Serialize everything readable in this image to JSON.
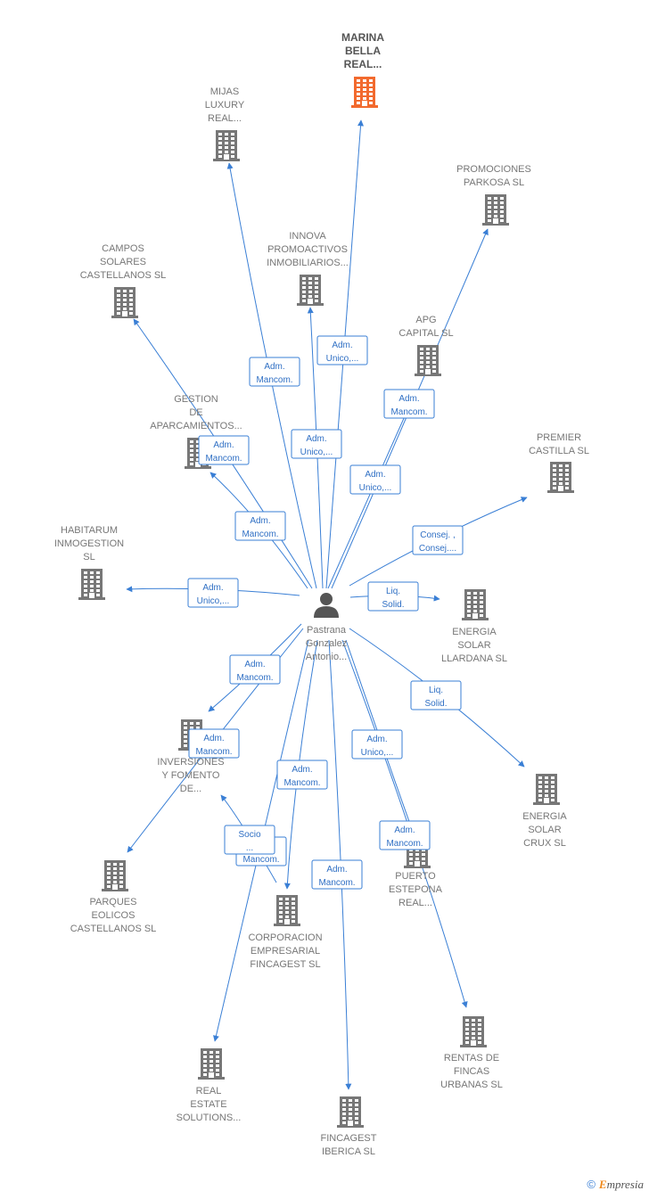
{
  "colors": {
    "edge": "#3a7fd5",
    "company": "#777777",
    "company_highlight": "#f26a2e",
    "person": "#555555"
  },
  "person": {
    "name_lines": [
      "Pastrana",
      "Gonzalez",
      "Antonio..."
    ],
    "icon": "person-icon"
  },
  "companies": [
    {
      "id": "marina-bella",
      "lines": [
        "MARINA",
        "BELLA",
        "REAL..."
      ],
      "highlight": true
    },
    {
      "id": "mijas-luxury",
      "lines": [
        "MIJAS",
        "LUXURY",
        "REAL..."
      ]
    },
    {
      "id": "promociones-parkosa",
      "lines": [
        "PROMOCIONES",
        "PARKOSA SL"
      ]
    },
    {
      "id": "campos-solares",
      "lines": [
        "CAMPOS",
        "SOLARES",
        "CASTELLANOS SL"
      ]
    },
    {
      "id": "innova-promoactivos",
      "lines": [
        "INNOVA",
        "PROMOACTIVOS",
        "INMOBILIARIOS..."
      ]
    },
    {
      "id": "apg-capital",
      "lines": [
        "APG",
        "CAPITAL  SL"
      ]
    },
    {
      "id": "gestion-aparcamientos",
      "lines": [
        "GESTION",
        "DE",
        "APARCAMIENTOS..."
      ]
    },
    {
      "id": "premier-castilla",
      "lines": [
        "PREMIER",
        "CASTILLA  SL"
      ]
    },
    {
      "id": "habitarum",
      "lines": [
        "HABITARUM",
        "INMOGESTION",
        "SL"
      ]
    },
    {
      "id": "energia-llardana",
      "lines": [
        "ENERGIA",
        "SOLAR",
        "LLARDANA SL"
      ]
    },
    {
      "id": "inversiones-fomento",
      "lines": [
        "INVERSIONES",
        "Y FOMENTO",
        "DE..."
      ]
    },
    {
      "id": "energia-crux",
      "lines": [
        "ENERGIA",
        "SOLAR",
        "CRUX SL"
      ]
    },
    {
      "id": "parques-eolicos",
      "lines": [
        "PARQUES",
        "EOLICOS",
        "CASTELLANOS SL"
      ]
    },
    {
      "id": "puerto-estepona",
      "lines": [
        "PUERTO",
        "ESTEPONA",
        "REAL..."
      ]
    },
    {
      "id": "corporacion-fincagest",
      "lines": [
        "CORPORACION",
        "EMPRESARIAL",
        "FINCAGEST  SL"
      ]
    },
    {
      "id": "rentas-fincas",
      "lines": [
        "RENTAS DE",
        "FINCAS",
        "URBANAS SL"
      ]
    },
    {
      "id": "real-estate-solutions",
      "lines": [
        "REAL",
        "ESTATE",
        "SOLUTIONS..."
      ]
    },
    {
      "id": "fincagest-iberica",
      "lines": [
        "FINCAGEST",
        "IBERICA SL"
      ]
    }
  ],
  "edges": [
    {
      "target": "marina-bella",
      "role": [
        "Adm.",
        "Unico,..."
      ]
    },
    {
      "target": "mijas-luxury",
      "role": [
        "Adm.",
        "Mancom."
      ]
    },
    {
      "target": "promociones-parkosa",
      "role": [
        "Adm.",
        "Unico,..."
      ]
    },
    {
      "target": "campos-solares",
      "role": [
        "Adm.",
        "Mancom."
      ]
    },
    {
      "target": "innova-promoactivos",
      "role": [
        "Adm.",
        "Unico,..."
      ]
    },
    {
      "target": "apg-capital",
      "role": [
        "Adm.",
        "Mancom."
      ]
    },
    {
      "target": "gestion-aparcamientos",
      "role": [
        "Adm.",
        "Mancom."
      ]
    },
    {
      "target": "premier-castilla",
      "role": [
        "Consej. ,",
        "Consej...."
      ]
    },
    {
      "target": "habitarum",
      "role": [
        "Adm.",
        "Unico,..."
      ]
    },
    {
      "target": "energia-llardana",
      "role": [
        "Liq.",
        "Solid."
      ]
    },
    {
      "target": "inversiones-fomento",
      "role": [
        "Adm.",
        "Mancom."
      ]
    },
    {
      "target": "energia-crux",
      "role": [
        "Liq.",
        "Solid."
      ]
    },
    {
      "target": "parques-eolicos",
      "role": [
        "Adm.",
        "Mancom."
      ]
    },
    {
      "target": "puerto-estepona",
      "role": [
        "Adm.",
        "Unico,..."
      ]
    },
    {
      "target": "corporacion-fincagest",
      "role": [
        "Adm.",
        "Mancom."
      ]
    },
    {
      "target": "rentas-fincas",
      "role": [
        "Adm.",
        "Mancom."
      ]
    },
    {
      "target": "real-estate-solutions",
      "role": [
        "Adm.",
        "Mancom."
      ]
    },
    {
      "target": "fincagest-iberica",
      "role": [
        "Adm.",
        "Mancom."
      ]
    },
    {
      "target": "inversiones-fomento",
      "role": [
        "Socio",
        "..."
      ]
    }
  ],
  "brand": {
    "copyright": "©",
    "first_letter": "E",
    "rest": "mpresia"
  }
}
